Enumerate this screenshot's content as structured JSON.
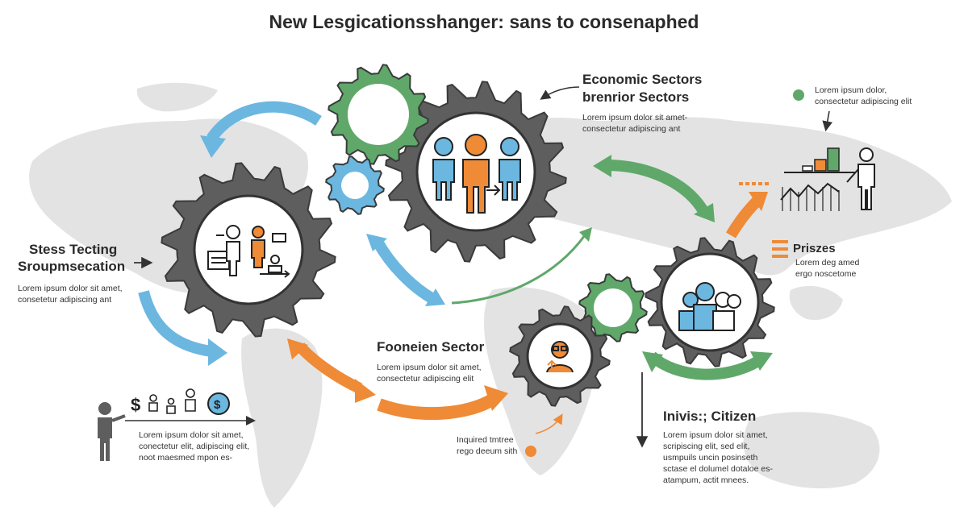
{
  "title": "New Lesgicationsshanger: sans to consenaphed",
  "colors": {
    "gear": "#5e5e5e",
    "gear_dark": "#4a4a4a",
    "green": "#5fa86a",
    "blue": "#6bb7e0",
    "orange": "#ef8a36",
    "map": "#e2e2e2",
    "text": "#2a2a2a"
  },
  "economic": {
    "heading1": "Economic Sectors",
    "heading2": "brenrior Sectors",
    "line1": "Lorem ipsum dolor sit amet-",
    "line2": "consectetur adipiscing ant"
  },
  "top_right_note": {
    "line1": "Lorem ipsum dolor,",
    "line2": "consectetur adipiscing elit"
  },
  "stress": {
    "heading1": "Stess Tecting",
    "heading2": "Sroupmsecation",
    "line1": "Lorem ipsum dolor sit amet,",
    "line2": "consetetur adipiscing ant"
  },
  "prizes": {
    "heading": "Priszes",
    "line1": "Lorem deg amed",
    "line2": "ergo noscetome"
  },
  "foundation": {
    "heading": "Fooneien Sector",
    "line1": "Lorem ipsum dolor sit amet,",
    "line2": "consectetur adipiscing elit"
  },
  "bottom_left": {
    "line1": "Lorem ipsum dolor sit amet,",
    "line2": "conectetur elit, adipiscing elit,",
    "line3": "noot maesmed mpon es-"
  },
  "inquired": {
    "line1": "Inquired tmtree",
    "line2": "rego deeum sith"
  },
  "citizen": {
    "heading": "Inivis:; Citizen",
    "line1": "Lorem ipsum dolor sit amet,",
    "line2": "scripiscing elit, sed elit,",
    "line3": "usmpuils uncin posinseth",
    "line4": "sctase el dolumel dotaloe es-",
    "line5": "atampum, actit mnees."
  },
  "icons": {
    "dollar": "$"
  }
}
